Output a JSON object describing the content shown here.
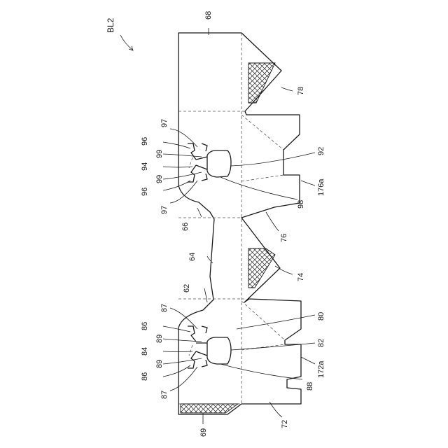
{
  "figure_label": "BL2",
  "labels": {
    "l68": "68",
    "l78": "78",
    "l92": "92",
    "l176a": "176a",
    "l98": "98",
    "l76": "76",
    "l74": "74",
    "l80": "80",
    "l82": "82",
    "l172a": "172a",
    "l88": "88",
    "l72": "72",
    "l69": "69",
    "l64": "64",
    "l66": "66",
    "l62": "62",
    "l97a": "97",
    "l96a": "96",
    "l99a": "99",
    "l94": "94",
    "l99b": "99",
    "l96b": "96",
    "l97b": "97",
    "l87a": "87",
    "l86a": "86",
    "l89a": "89",
    "l84": "84",
    "l89b": "89",
    "l86b": "86",
    "l87b": "87"
  }
}
